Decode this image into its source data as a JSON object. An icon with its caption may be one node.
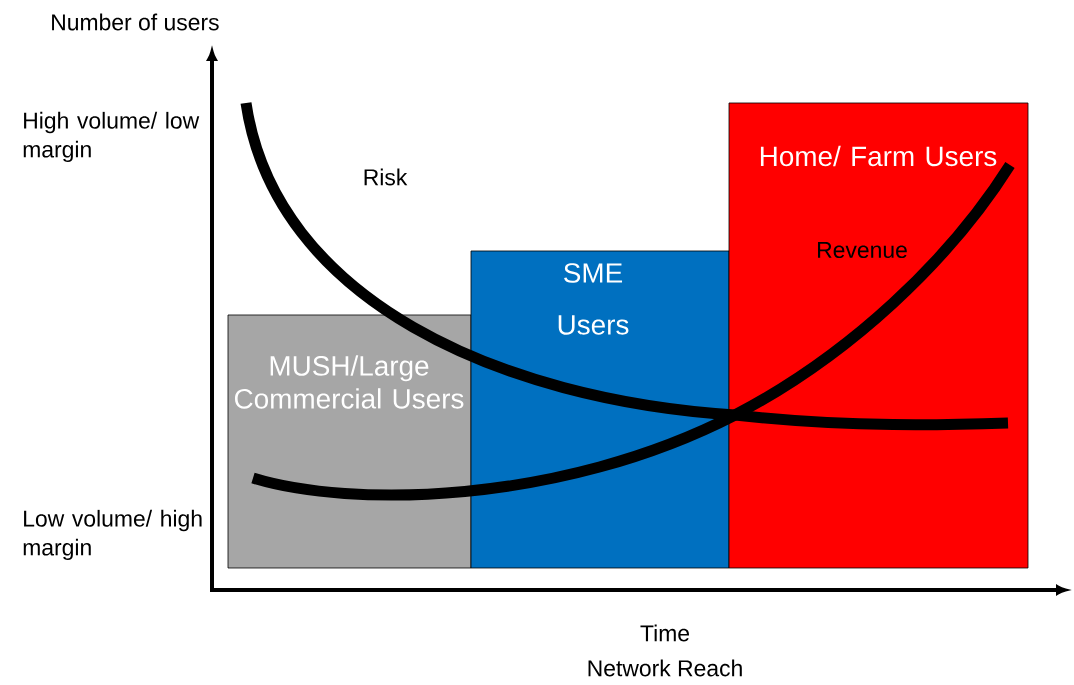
{
  "diagram": {
    "nodes": [
      {
        "text": [
          "MUSH/Large Commercial Users"
        ]
      },
      {
        "text": [
          "SME",
          "Users"
        ]
      },
      {
        "text": [
          "Home/ Farm Users"
        ]
      }
    ],
    "labels": [
      "Number of users",
      "High volume/ low margin",
      "Risk",
      "Revenue",
      "Low volume/ high margin",
      "Time",
      "Network Reach"
    ]
  }
}
